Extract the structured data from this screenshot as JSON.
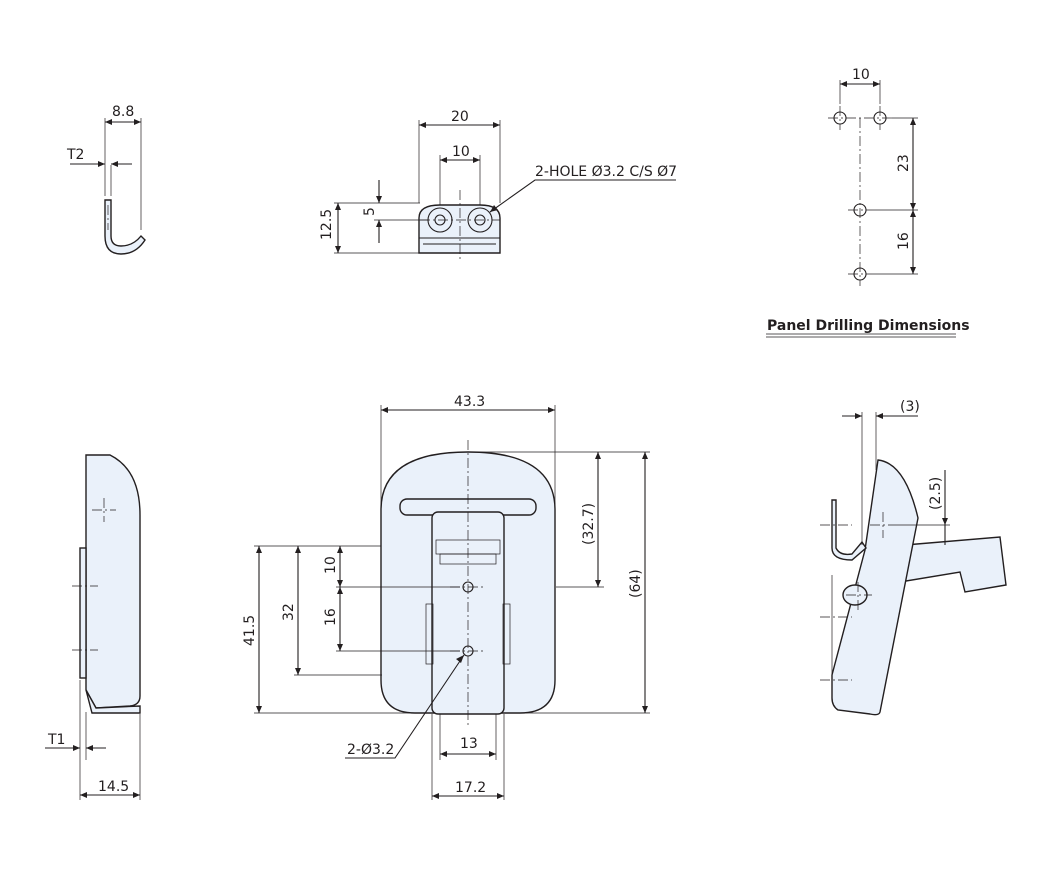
{
  "title": "Panel Drilling Dimensions",
  "labels": {
    "top_side_width": "8.8",
    "top_side_thickness": "T2",
    "top_front_width": "20",
    "top_front_hole_pitch": "10",
    "top_front_height": "12.5",
    "top_front_hole_offset": "5",
    "top_front_hole_note": "2-HOLE Ø3.2 C/S Ø7",
    "drill_pitch_horizontal": "10",
    "drill_pitch_upper": "23",
    "drill_pitch_lower": "16",
    "main_width": "43.3",
    "main_upper_height": "(32.7)",
    "main_total_height": "(64)",
    "main_left_height": "41.5",
    "main_left_inner": "32",
    "main_hole_pitch_upper": "10",
    "main_hole_pitch_lower": "16",
    "main_holes": "2-Ø3.2",
    "main_bottom_inner": "13",
    "main_bottom_width": "17.2",
    "side_thickness": "T1",
    "side_width": "14.5",
    "right_offset": "(3)",
    "right_vertical": "(2.5)"
  }
}
